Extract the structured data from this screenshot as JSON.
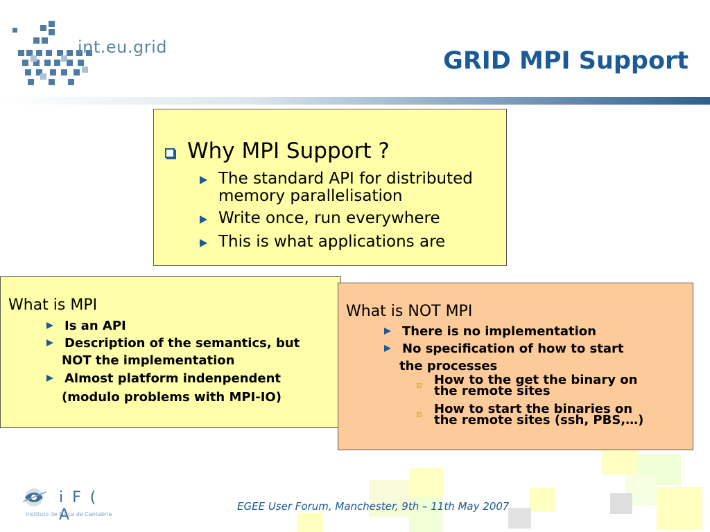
{
  "header": {
    "logo_text": "int.eu.grid",
    "title": "GRID MPI Support"
  },
  "box_top": {
    "heading": "Why MPI Support ?",
    "items": [
      {
        "line1": "The standard API for distributed",
        "line2": "memory parallelisation"
      },
      {
        "line1": "Write once, run everywhere"
      },
      {
        "line1": "This is what applications are"
      }
    ]
  },
  "box_left": {
    "heading": "What is MPI",
    "items": [
      {
        "line1": "Is an API"
      },
      {
        "line1": "Description of the semantics, but",
        "line2": "NOT the implementation"
      },
      {
        "line1": "Almost platform indenpendent",
        "line2": "(modulo problems with MPI-IO)"
      }
    ]
  },
  "box_right": {
    "heading": "What is NOT MPI",
    "items": [
      {
        "line1": "There is no implementation"
      },
      {
        "line1": "No specification of how to start",
        "line2": "the processes"
      }
    ],
    "subitems": [
      {
        "line1": "How to the get the binary on",
        "line2": "the remote sites"
      },
      {
        "line1": "How to start the binaries on",
        "line2": "the remote sites (ssh, PBS,…)"
      }
    ]
  },
  "footer": {
    "logo_text": "i F ( A",
    "logo_subtext": "Instituto de Fisica de Cantabria",
    "text": "EGEE User Forum, Manchester, 9th – 11th May 2007"
  },
  "colors": {
    "title": "#1c5a95",
    "box_yellow": "#ffffa8",
    "box_orange": "#fdca99",
    "bullet": "#1c5a95"
  }
}
